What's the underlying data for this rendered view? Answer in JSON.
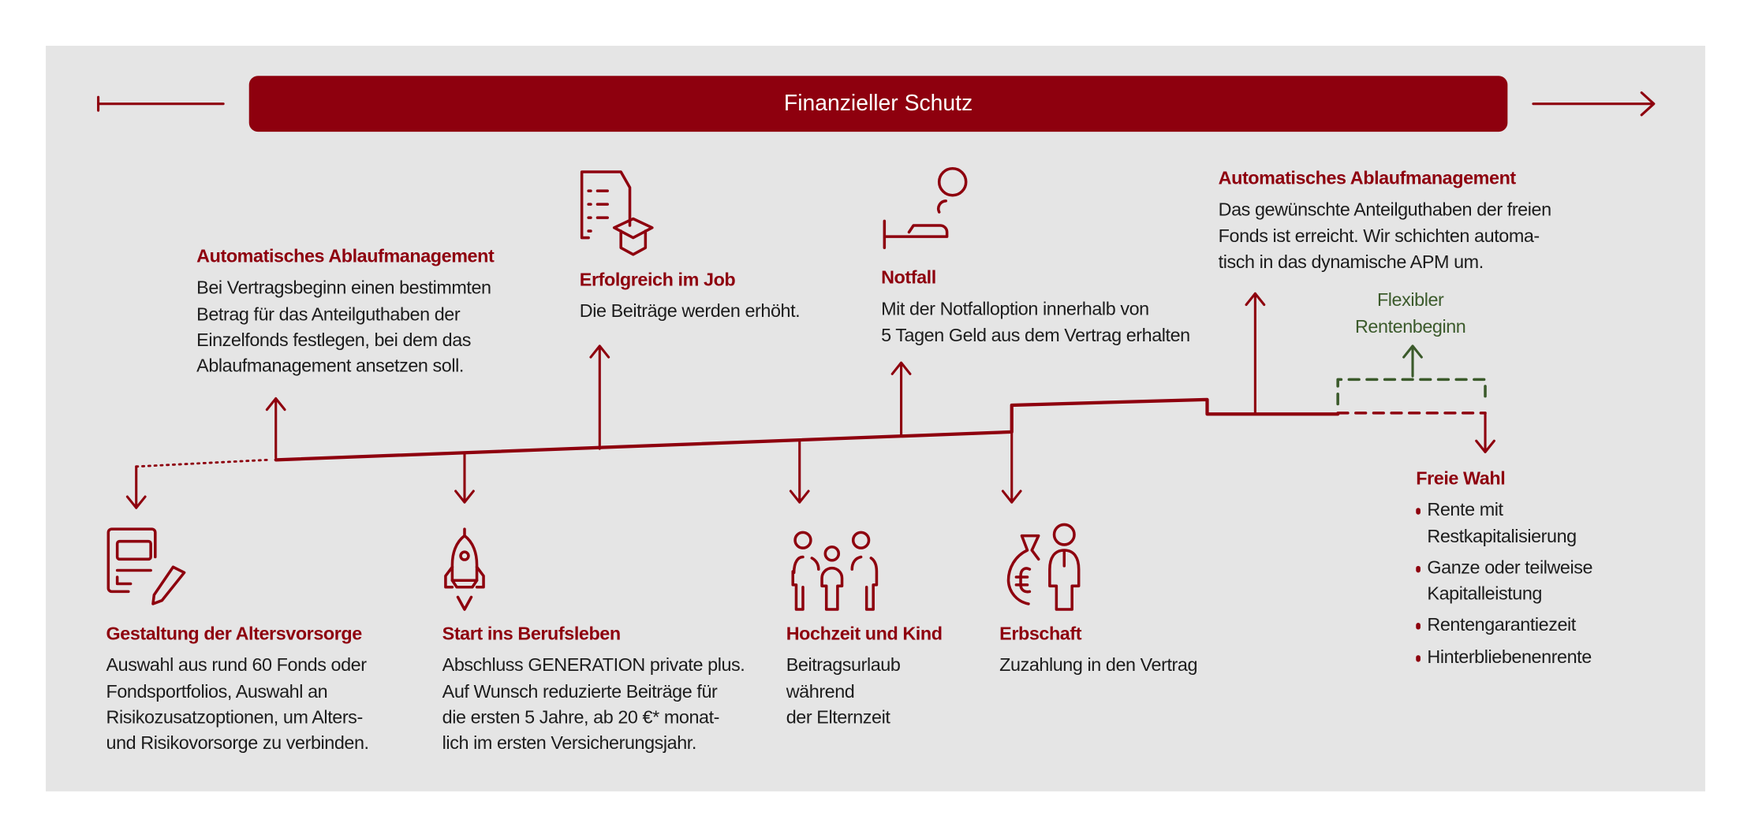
{
  "banner": {
    "title": "Finanzieller Schutz"
  },
  "top_items": [
    {
      "title": "Automatisches Ablaufmanagement",
      "lines": [
        "Bei Vertragsbeginn einen bestimmten",
        "Betrag für das Anteilguthaben der",
        "Einzelfonds festlegen, bei dem das",
        "Ablaufmanagement ansetzen soll."
      ]
    },
    {
      "title": "Erfolgreich im Job",
      "lines": [
        "Die Beiträge werden erhöht."
      ],
      "icon": "document-graduation-cap-icon"
    },
    {
      "title": "Notfall",
      "lines": [
        "Mit der Notfalloption innerhalb von",
        "5 Tagen Geld aus dem Vertrag erhalten"
      ],
      "icon": "person-lying-icon"
    },
    {
      "title": "Automatisches Ablaufmanagement",
      "lines": [
        "Das gewünschte Anteilguthaben der freien",
        "Fonds ist erreicht. Wir schichten automa-",
        "tisch in das dynamische APM um."
      ]
    }
  ],
  "flexible": {
    "lines": [
      "Flexibler",
      "Rentenbeginn"
    ]
  },
  "bottom_items": [
    {
      "title": "Gestaltung der Altersvorsorge",
      "lines": [
        "Auswahl aus rund 60 Fonds oder",
        "Fondsportfolios, Auswahl an",
        "Risikozusatzoptionen, um Alters-",
        "und Risikovorsorge zu verbinden."
      ],
      "icon": "form-pencil-icon"
    },
    {
      "title": "Start ins Berufsleben",
      "lines": [
        "Abschluss GENERATION private plus.",
        "Auf Wunsch reduzierte Beiträge für",
        "die ersten 5 Jahre, ab 20 €* monat-",
        "lich im ersten Versicherungsjahr."
      ],
      "icon": "rocket-icon"
    },
    {
      "title": "Hochzeit und Kind",
      "lines": [
        "Beitragsurlaub",
        "während",
        "der Elternzeit"
      ],
      "icon": "family-icon"
    },
    {
      "title": "Erbschaft",
      "lines": [
        "Zuzahlung in den Vertrag"
      ],
      "icon": "money-bag-person-icon"
    }
  ],
  "freie_wahl": {
    "title": "Freie Wahl",
    "bullets": [
      [
        "Rente mit",
        "Restkapitalisierung"
      ],
      [
        "Ganze oder teilweise",
        "Kapitalleistung"
      ],
      [
        "Rentengarantiezeit"
      ],
      [
        "Hinterbliebenenrente"
      ]
    ]
  },
  "colors": {
    "brand": "#8e000e",
    "green": "#3b5a2b",
    "panel": "#e5e5e5"
  }
}
